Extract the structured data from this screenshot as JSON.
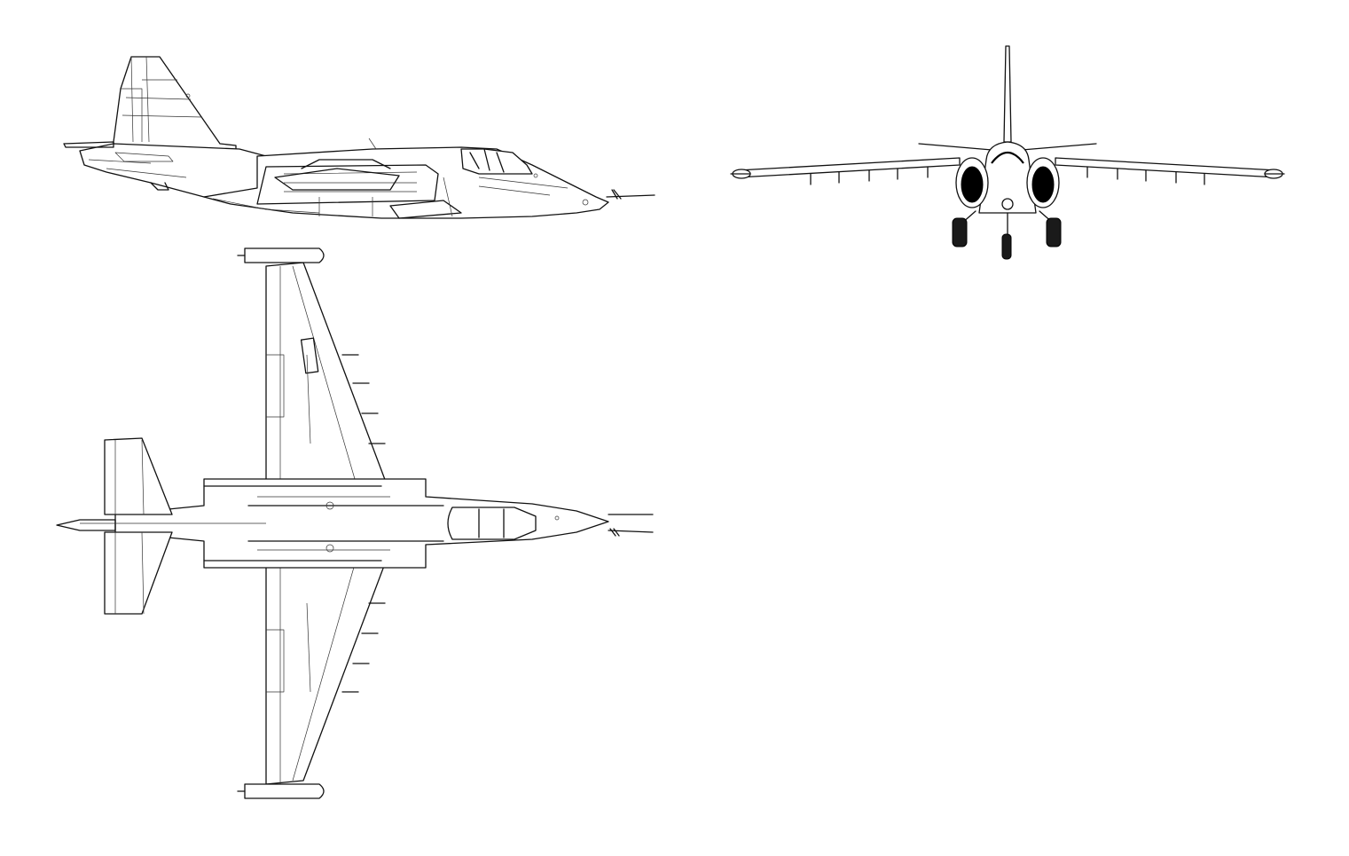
{
  "drawing": {
    "views": [
      {
        "id": "side",
        "name": "side-view"
      },
      {
        "id": "top",
        "name": "top-view"
      },
      {
        "id": "front",
        "name": "front-view"
      }
    ],
    "colors": {
      "line": "#111111",
      "background": "#ffffff"
    },
    "title": ""
  }
}
